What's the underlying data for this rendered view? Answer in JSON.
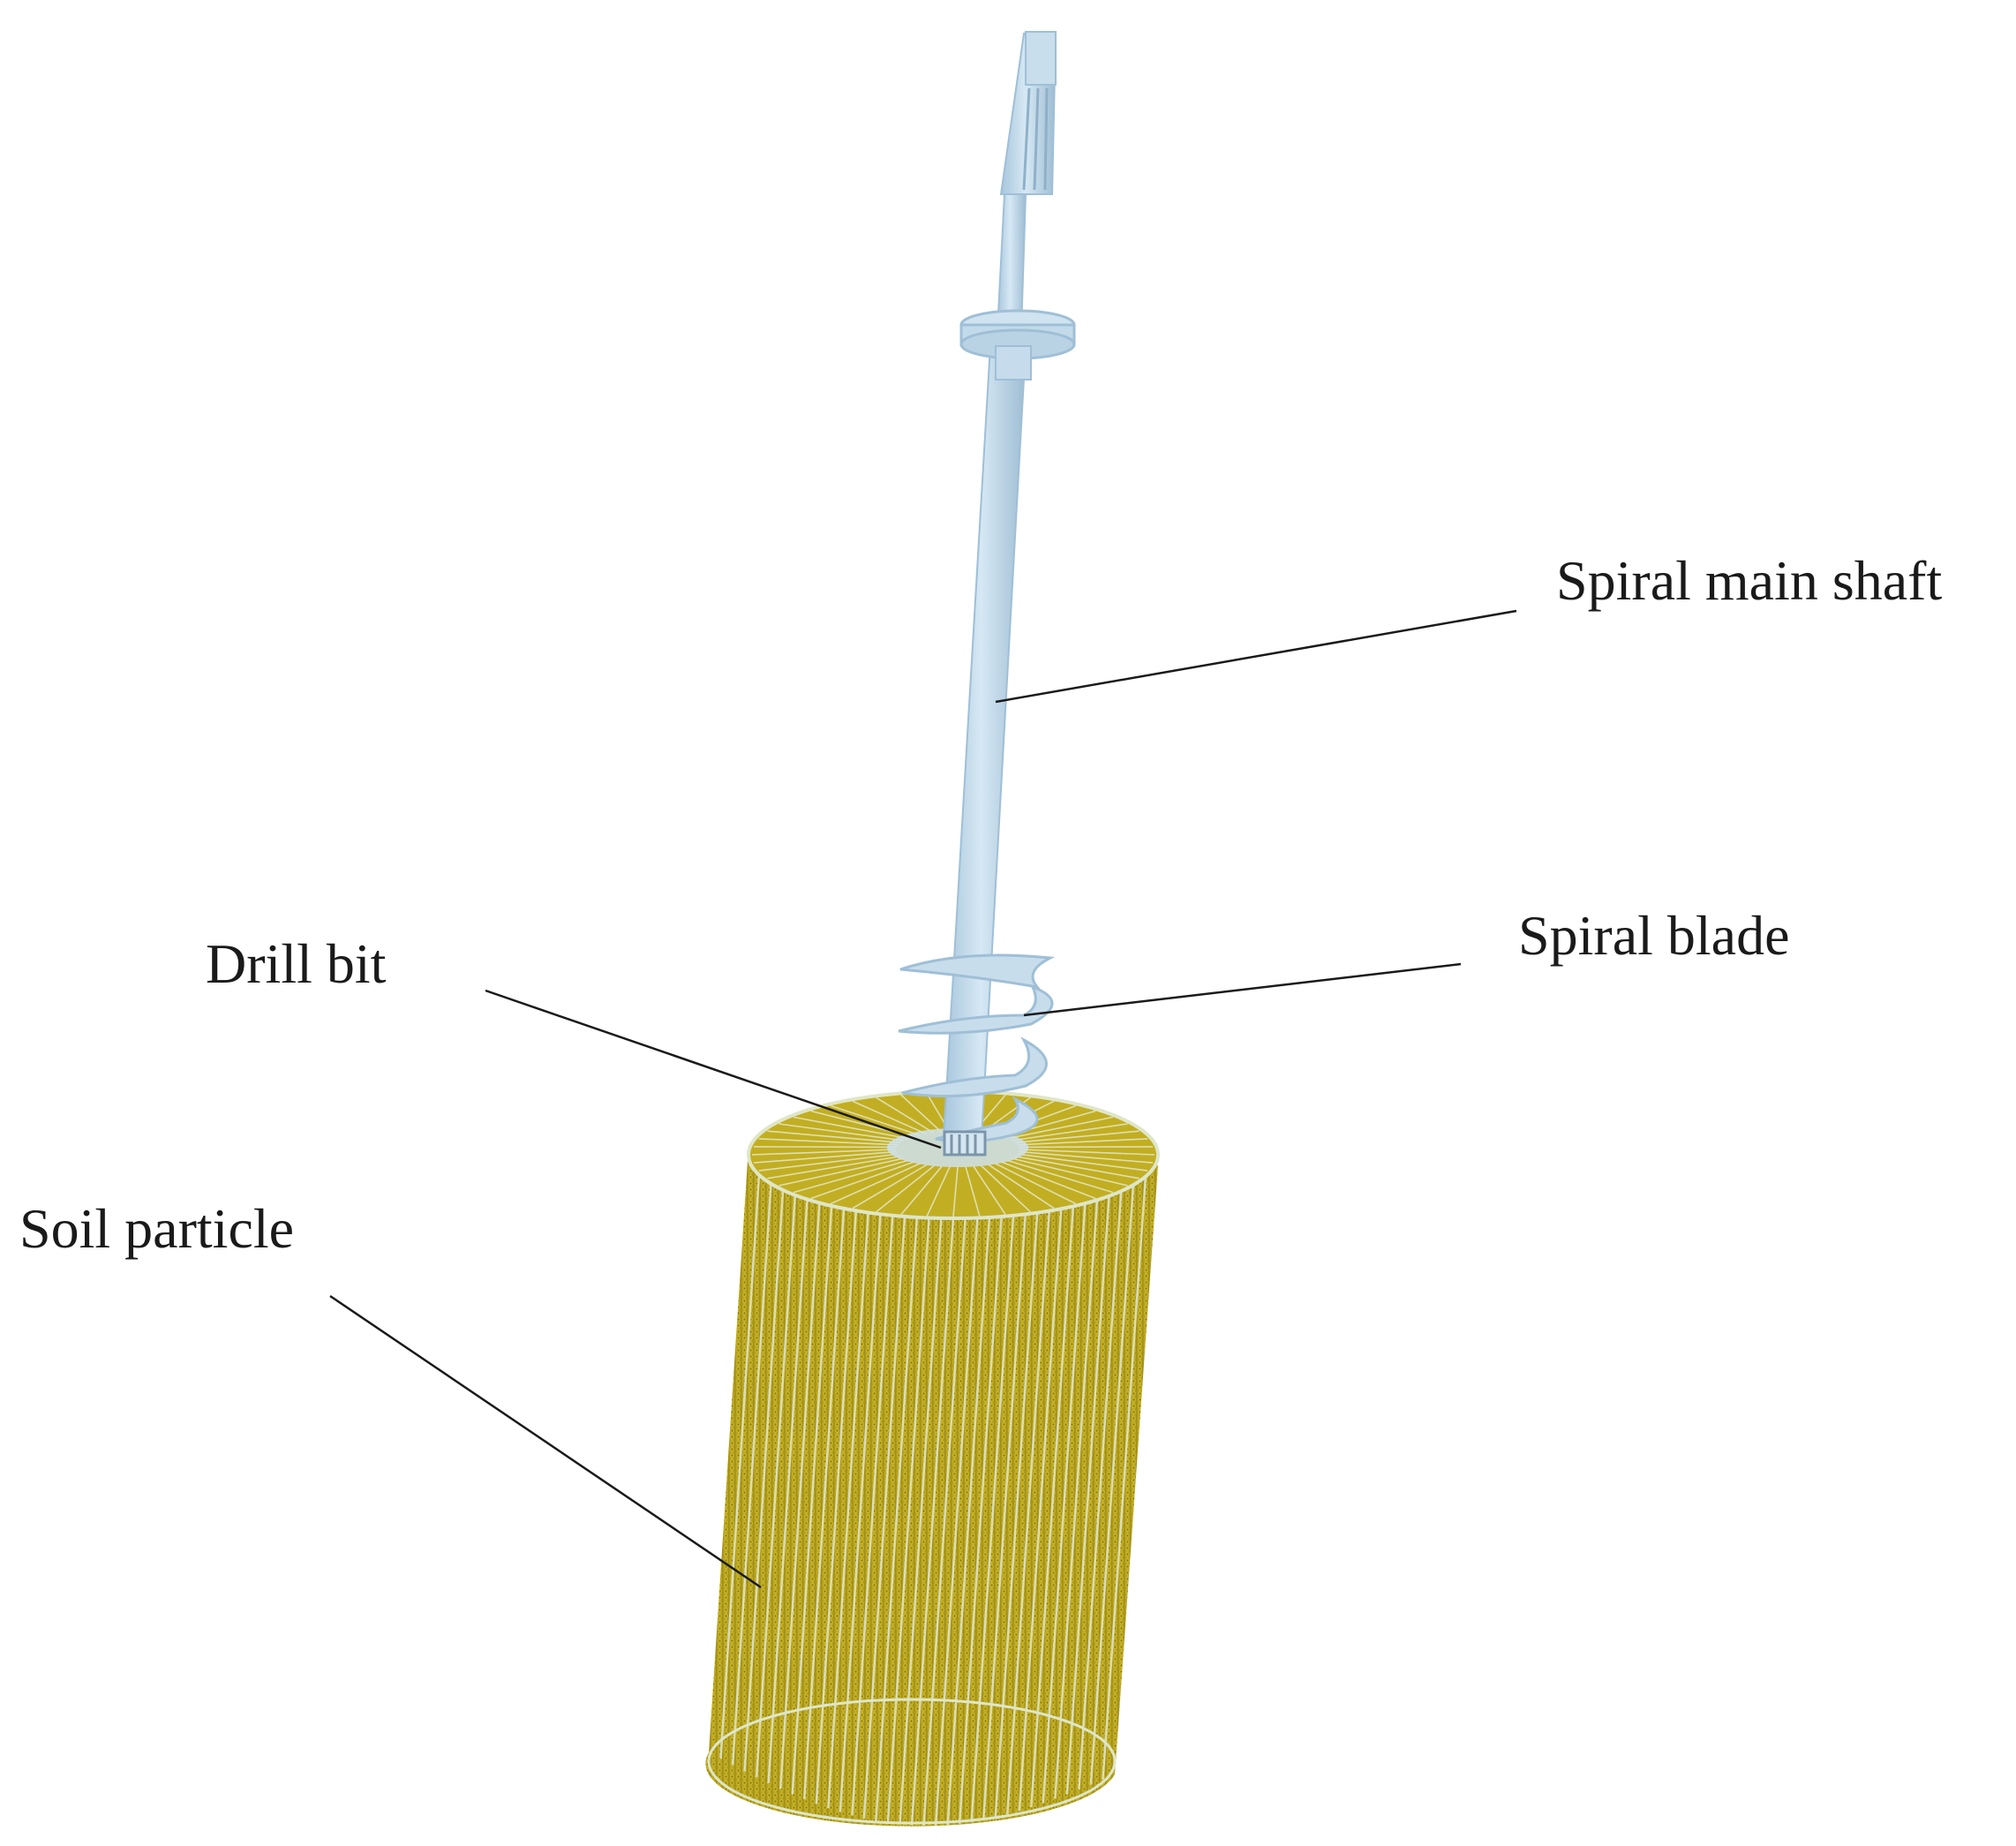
{
  "diagram": {
    "labels": {
      "spiral_main_shaft": "Spiral main shaft",
      "spiral_blade": "Spiral blade",
      "drill_bit": "Drill bit",
      "soil_particle": "Soil particle"
    },
    "colors": {
      "background": "#ffffff",
      "shaft": "#c4dcec",
      "shaft_edge": "#9fbfd6",
      "soil": "#b9a51a",
      "soil_dark": "#8c7c10",
      "soil_stripe": "#dfe6c8",
      "leader_line": "#1a1a1a",
      "label_text": "#1a1a1a"
    },
    "parts": [
      {
        "id": "spiral-main-shaft",
        "icon": "shaft"
      },
      {
        "id": "spiral-blade",
        "icon": "helix-blade"
      },
      {
        "id": "drill-bit",
        "icon": "bit"
      },
      {
        "id": "soil-particle",
        "icon": "particle-cylinder"
      }
    ]
  }
}
